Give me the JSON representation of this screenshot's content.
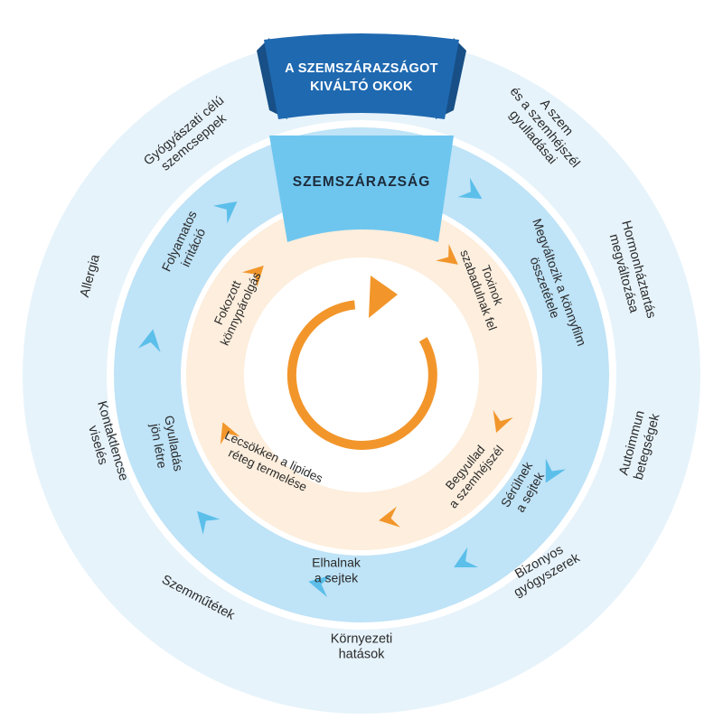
{
  "colors": {
    "outer_ring": "#e6f3fb",
    "middle_ring": "#bfe3f7",
    "inner_ring": "#fdeedd",
    "center": "#ffffff",
    "banner": "#1f69b0",
    "banner_dark": "#174f86",
    "center_block": "#6ec6ef",
    "blue_chevron": "#5bbfea",
    "orange": "#f2962b"
  },
  "banner": {
    "line1": "A SZEMSZÁRAZSÁGOT",
    "line2": "KIVÁLTÓ OKOK"
  },
  "center_title": "SZEMSZÁRAZSÁG",
  "cycle_arrow_icon": "circular-arrow-icon",
  "outer_causes": [
    [
      "A szem",
      "és a szemhéjszél",
      "gyulladásai"
    ],
    [
      "Hormonháztartás",
      "megváltozása"
    ],
    [
      "Autoimmun",
      "betegségek"
    ],
    [
      "Bizonyos",
      "gyógyszerek"
    ],
    [
      "Környezeti",
      "hatások"
    ],
    [
      "Szemműtétek"
    ],
    [
      "Kontaktlencse",
      "viselés"
    ],
    [
      "Allergia"
    ],
    [
      "Gyógyászati célú",
      "szemcseppek"
    ]
  ],
  "middle_steps": [
    [
      "Megváltozik a könnyfilm",
      "összetétele"
    ],
    [
      "Sérülnek",
      "a sejtek"
    ],
    [
      "Elhalnak",
      "a sejtek"
    ],
    [
      "Gyulladás",
      "jön létre"
    ],
    [
      "Folyamatos",
      "irritáció"
    ]
  ],
  "inner_steps": [
    [
      "Toxinok",
      "szabadulnak fel"
    ],
    [
      "Begyullad",
      "a szemhéjszél"
    ],
    [
      "Lecsökken a lipides",
      "réteg termelése"
    ],
    [
      "Fokozott",
      "könnypárolgás"
    ]
  ]
}
